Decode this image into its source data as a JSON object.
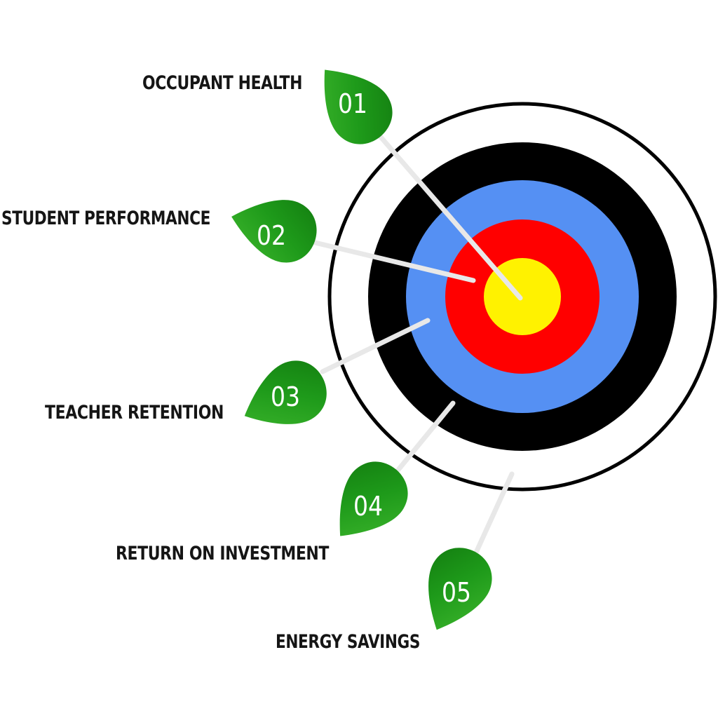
{
  "target": {
    "ring_colors": {
      "outer": "#ffffff",
      "outer_stroke": "#000000",
      "black": "#000000",
      "blue": "#5590f3",
      "red": "#ff0000",
      "gold": "#fff200"
    }
  },
  "dart_colors": {
    "fill": "#1e9a1a",
    "highlight": "#3fb72e",
    "shadow": "#137d10",
    "shaft": "#e8e8e8"
  },
  "items": [
    {
      "number": "01",
      "label": "OCCUPANT HEALTH"
    },
    {
      "number": "02",
      "label": "STUDENT PERFORMANCE"
    },
    {
      "number": "03",
      "label": "TEACHER RETENTION"
    },
    {
      "number": "04",
      "label": "RETURN ON INVESTMENT"
    },
    {
      "number": "05",
      "label": "ENERGY SAVINGS"
    }
  ]
}
